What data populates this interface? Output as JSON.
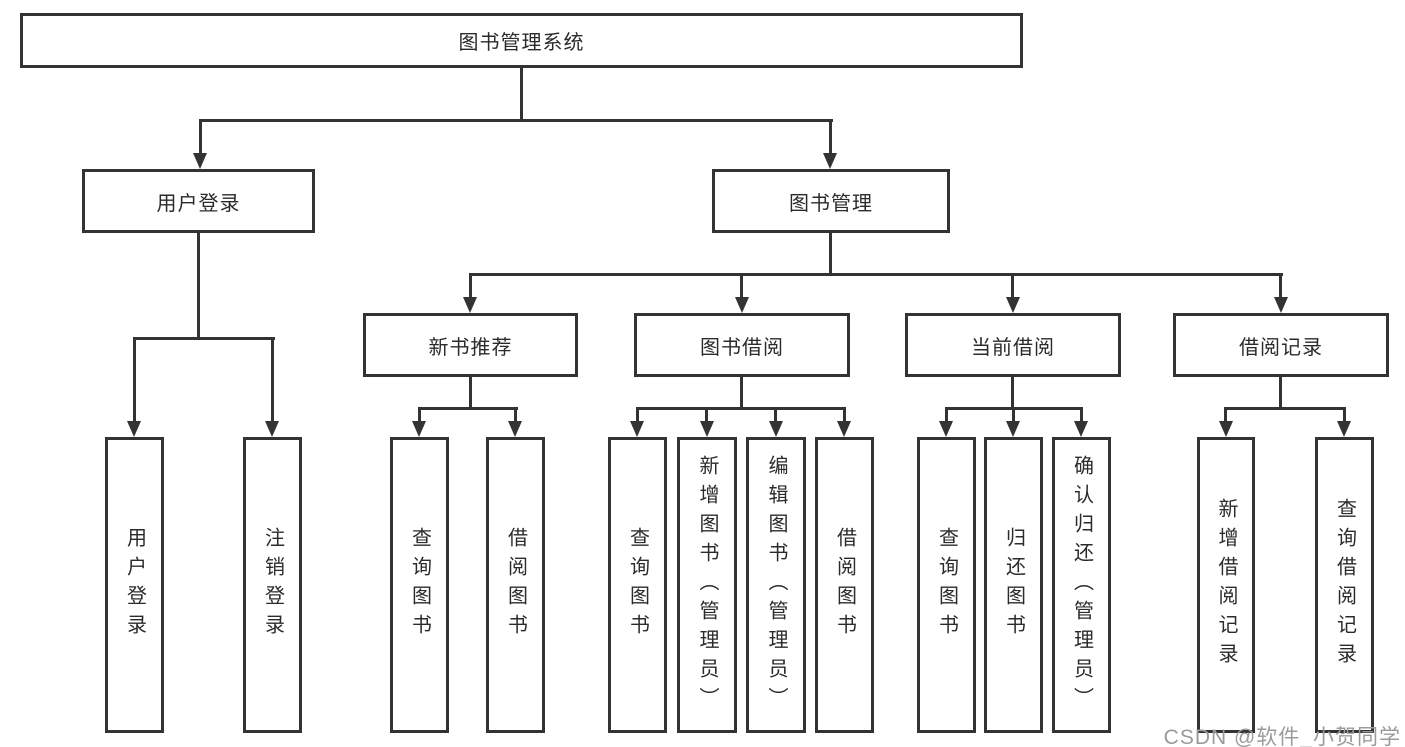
{
  "diagram": {
    "root": {
      "label": "图书管理系统"
    },
    "branches": [
      {
        "label": "用户登录",
        "children": [
          {
            "label": "用户登录"
          },
          {
            "label": "注销登录"
          }
        ]
      },
      {
        "label": "图书管理",
        "children": [
          {
            "label": "新书推荐",
            "children": [
              {
                "label": "查询图书"
              },
              {
                "label": "借阅图书"
              }
            ]
          },
          {
            "label": "图书借阅",
            "children": [
              {
                "label": "查询图书"
              },
              {
                "label": "新增图书（管理员）"
              },
              {
                "label": "编辑图书（管理员）"
              },
              {
                "label": "借阅图书"
              }
            ]
          },
          {
            "label": "当前借阅",
            "children": [
              {
                "label": "查询图书"
              },
              {
                "label": "归还图书"
              },
              {
                "label": "确认归还（管理员）"
              }
            ]
          },
          {
            "label": "借阅记录",
            "children": [
              {
                "label": "新增借阅记录"
              },
              {
                "label": "查询借阅记录"
              }
            ]
          }
        ]
      }
    ]
  },
  "watermark": {
    "text": "CSDN @软件_小贺同学"
  },
  "colors": {
    "line": "#333333",
    "text": "#2b2b2b",
    "background": "#ffffff",
    "watermark": "#9b9b9b"
  }
}
